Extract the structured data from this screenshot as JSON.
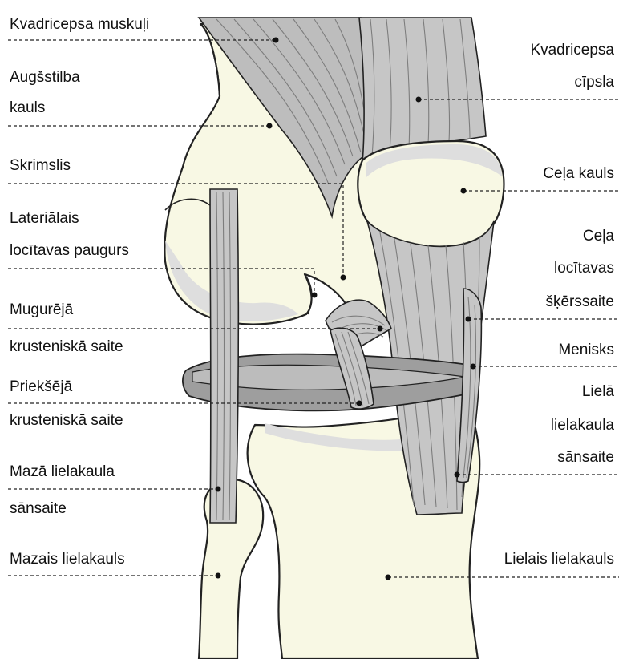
{
  "labels": {
    "quadriceps_muscles": "Kvadricepsa muskuļi",
    "femur_l1": "Augšstilba",
    "femur_l2": "kauls",
    "cartilage": "Skrimslis",
    "lateral_condyle_l1": "Lateriālais",
    "lateral_condyle_l2": "locītavas paugurs",
    "posterior_cruciate_l1": "Mugurējā",
    "posterior_cruciate_l2": "krusteniskā saite",
    "anterior_cruciate_l1": "Priekšējā",
    "anterior_cruciate_l2": "krusteniskā saite",
    "fibular_collateral_l1": "Mazā lielakaula",
    "fibular_collateral_l2": "sānsaite",
    "fibula": "Mazais lielakauls",
    "quadriceps_tendon_l1": "Kvadricepsa",
    "quadriceps_tendon_l2": "cīpsla",
    "patella": "Ceļa kauls",
    "transverse_ligament_l1": "Ceļa",
    "transverse_ligament_l2": "locītavas",
    "transverse_ligament_l3": "šķērssaite",
    "meniscus": "Menisks",
    "tibial_collateral_l1": "Lielā",
    "tibial_collateral_l2": "lielakaula",
    "tibial_collateral_l3": "sānsaite",
    "tibia": "Lielais lielakauls"
  },
  "colors": {
    "bone": "#f8f8e4",
    "ligament": "#c6c6c6",
    "meniscus": "#9e9e9e",
    "outline": "#222222"
  }
}
